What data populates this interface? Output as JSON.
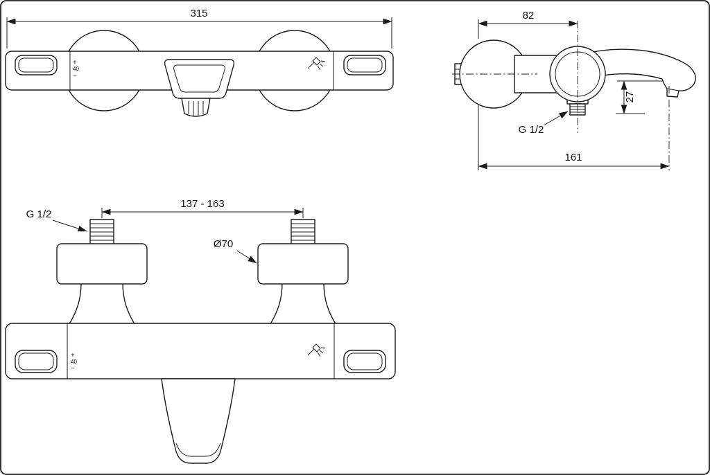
{
  "drawing": {
    "colors": {
      "line": "#1b1b1b",
      "background": "#ffffff"
    },
    "icons": {
      "diverter_shower_icon": "shower-spray-glyph"
    },
    "top_view": {
      "width_dim": "315",
      "temp_scale": {
        "plus": "+",
        "mid": "40",
        "minus": "−"
      }
    },
    "side_view": {
      "wall_offset_dim": "82",
      "thread_label": "G 1/2",
      "spout_drop_dim": "27",
      "total_depth_dim": "161"
    },
    "front_view": {
      "centres_dim": "137 - 163",
      "thread_label": "G 1/2",
      "escutcheon_dia_dim": "Ø70",
      "temp_scale": {
        "plus": "+",
        "mid": "40",
        "minus": "−"
      }
    }
  }
}
